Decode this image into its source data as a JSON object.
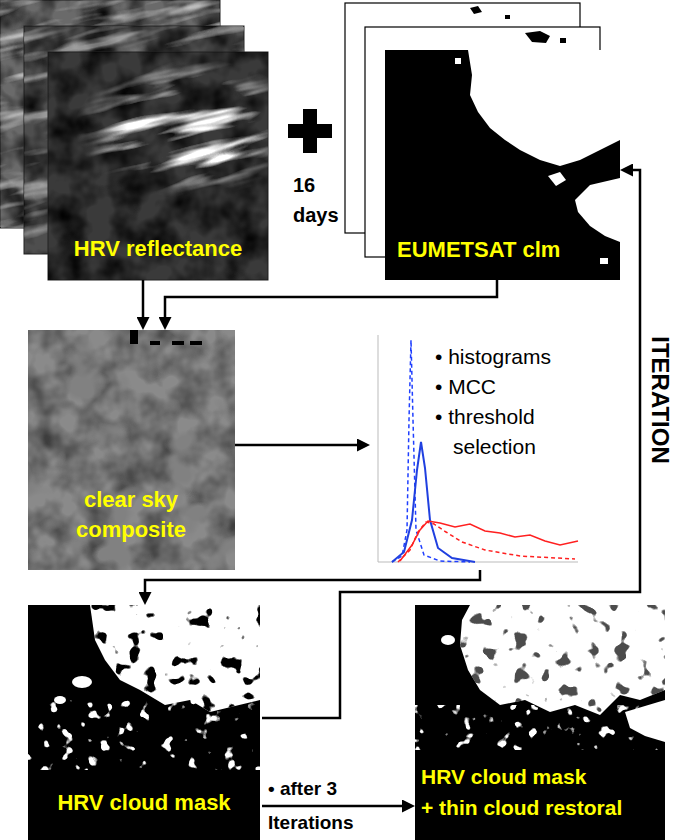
{
  "diagram": {
    "nodes": [
      {
        "text": [
          "HRV reflectance"
        ]
      },
      {
        "text": [
          "EUMETSAT clm"
        ]
      },
      {
        "text": [
          "clear sky composite"
        ]
      },
      {
        "text": [
          "• histograms",
          "• MCC",
          "• threshold selection"
        ]
      },
      {
        "text": [
          "HRV cloud mask"
        ]
      },
      {
        "text": [
          "HRV cloud mask",
          "+ thin cloud restoral"
        ]
      }
    ],
    "edges": [
      {
        "from": 0,
        "to": 2,
        "arrow": "to"
      },
      {
        "from": 1,
        "to": 2,
        "arrow": "to"
      },
      {
        "from": 2,
        "to": 3,
        "arrow": "to"
      },
      {
        "from": 3,
        "to": 4,
        "arrow": "to"
      },
      {
        "from": 4,
        "to": 1,
        "arrow": "to"
      },
      {
        "from": 4,
        "to": 5,
        "arrow": "to",
        "label": "• after 3 Iterations"
      }
    ],
    "labels": [
      "16 days",
      "ITERATION"
    ]
  }
}
